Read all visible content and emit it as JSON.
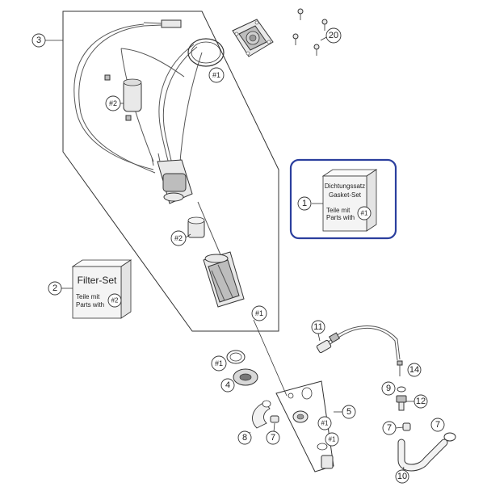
{
  "callouts": {
    "c1": "1",
    "c2": "2",
    "c3": "3",
    "c4": "4",
    "c5": "5",
    "c7": "7",
    "c8": "8",
    "c9": "9",
    "c10": "10",
    "c11": "11",
    "c12": "12",
    "c14": "14",
    "c20": "20",
    "ref1": "#1",
    "ref2": "#2"
  },
  "gasket_box": {
    "title_de": "Dichtungssatz",
    "title_en": "Gasket-Set",
    "parts_de": "Teile mit",
    "parts_en": "Parts with",
    "ref": "#1"
  },
  "filter_box": {
    "title": "Filter-Set",
    "parts_de": "Teile mit",
    "parts_en": "Parts with",
    "ref": "#2"
  },
  "colors": {
    "highlight": "#2b3f9e",
    "line": "#333333"
  }
}
